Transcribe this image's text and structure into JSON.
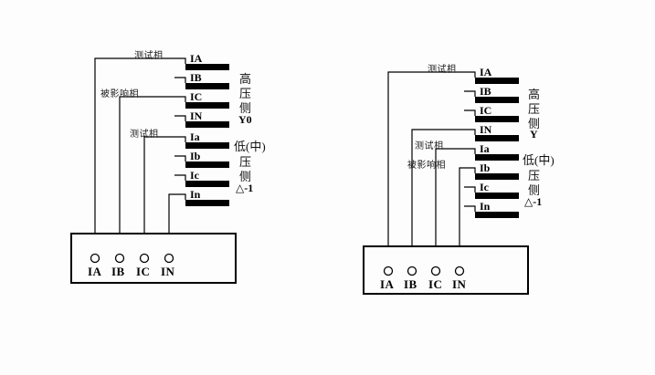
{
  "page": {
    "background_color": "#fdfdfd",
    "line_color": "#000000"
  },
  "left_diagram": {
    "high_side": {
      "caption_lines": [
        "高",
        "压",
        "侧"
      ],
      "caption_tag": "Y0",
      "terminals": [
        "IA",
        "IB",
        "IC",
        "IN"
      ]
    },
    "low_side": {
      "caption_lines": [
        "低(中)",
        "压",
        "侧"
      ],
      "caption_tag": "△-1",
      "terminals": [
        "Ia",
        "Ib",
        "Ic",
        "In"
      ]
    },
    "wire_labels": {
      "high_test_phase": "测试相",
      "high_affected_phase": "被影响相",
      "low_test_phase": "测试相"
    },
    "tester": {
      "terminals": [
        "IA",
        "IB",
        "IC",
        "IN"
      ]
    }
  },
  "right_diagram": {
    "high_side": {
      "caption_lines": [
        "高",
        "压",
        "侧"
      ],
      "caption_tag": "Y",
      "terminals": [
        "IA",
        "IB",
        "IC",
        "IN"
      ]
    },
    "low_side": {
      "caption_lines": [
        "低(中)",
        "压",
        "侧"
      ],
      "caption_tag": "△-1",
      "terminals": [
        "Ia",
        "Ib",
        "Ic",
        "In"
      ]
    },
    "wire_labels": {
      "high_test_phase": "测试相",
      "low_test_phase": "测试相",
      "low_affected_phase": "被影响相"
    },
    "tester": {
      "terminals": [
        "IA",
        "IB",
        "IC",
        "IN"
      ]
    }
  }
}
